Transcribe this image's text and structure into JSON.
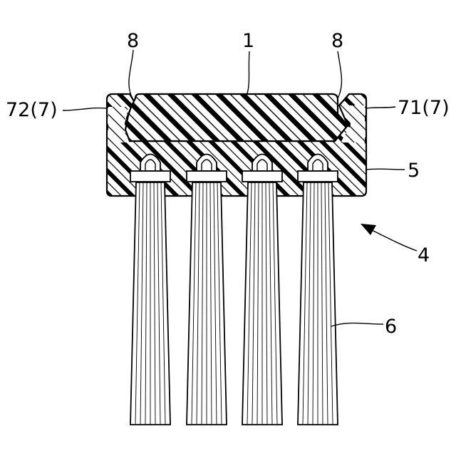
{
  "labels": {
    "cover_member": "1",
    "slit_left": "8",
    "slit_right": "8",
    "lip_left": "72(7)",
    "lip_right": "71(7)",
    "holder": "5",
    "brush_unit": "4",
    "bristles": "6"
  },
  "colors": {
    "line": "#000000",
    "background": "#ffffff"
  }
}
